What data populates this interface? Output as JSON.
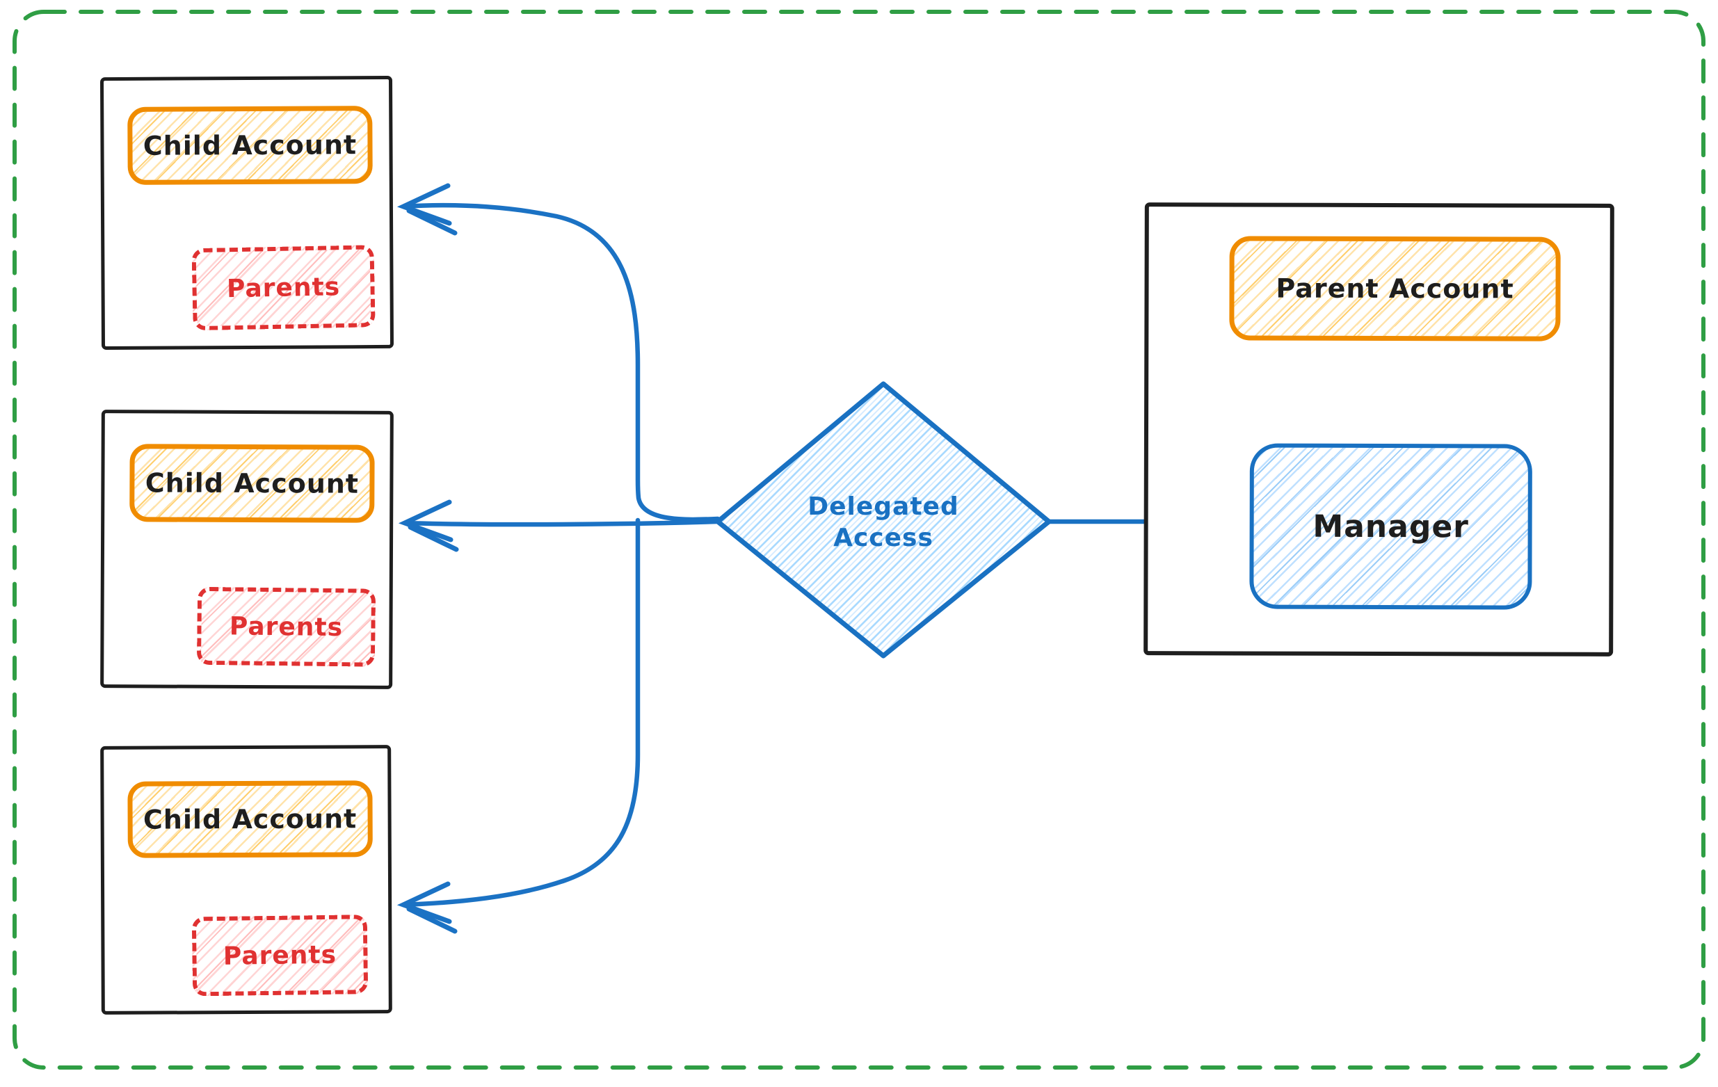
{
  "canvas": {
    "border_color": "#2f9e44",
    "background": "#ffffff"
  },
  "colors": {
    "sketch_black": "#1e1e1e",
    "orange_stroke": "#f08c00",
    "orange_hatch": "#ffd88a",
    "red_stroke": "#e03131",
    "red_hatch": "#ffc9c9",
    "blue_stroke": "#1971c2",
    "blue_hatch": "#a5d8ff",
    "green_stroke": "#2f9e44"
  },
  "child_accounts": [
    {
      "label": "Child Account",
      "sub_label": "Parents"
    },
    {
      "label": "Child Account",
      "sub_label": "Parents"
    },
    {
      "label": "Child Account",
      "sub_label": "Parents"
    }
  ],
  "parent_account": {
    "label": "Parent Account",
    "manager_label": "Manager"
  },
  "decision": {
    "label_line1": "Delegated",
    "label_line2": "Access"
  },
  "edges": [
    {
      "from": "delegated-access",
      "to": "child-account-1",
      "arrow": true
    },
    {
      "from": "delegated-access",
      "to": "child-account-2",
      "arrow": true
    },
    {
      "from": "delegated-access",
      "to": "child-account-3",
      "arrow": true
    },
    {
      "from": "manager",
      "to": "delegated-access",
      "arrow": false
    }
  ]
}
